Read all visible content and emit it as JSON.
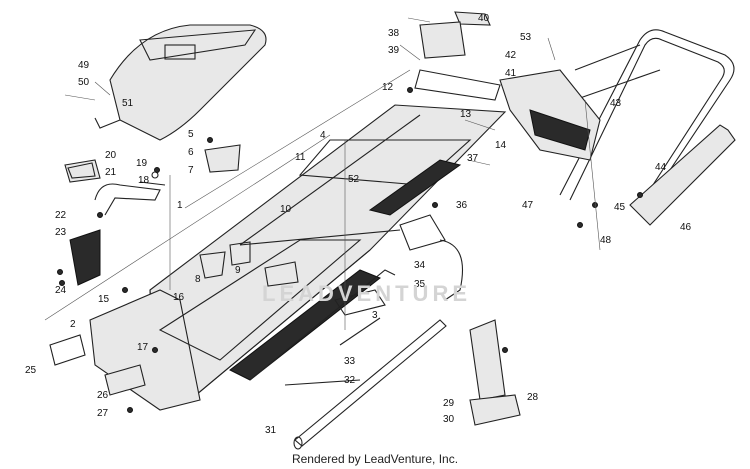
{
  "watermark": "LEADVENTURE",
  "credit": "Rendered by LeadVenture, Inc.",
  "callouts": [
    "1",
    "2",
    "3",
    "4",
    "5",
    "6",
    "7",
    "8",
    "9",
    "10",
    "11",
    "12",
    "13",
    "14",
    "15",
    "16",
    "17",
    "18",
    "19",
    "20",
    "21",
    "22",
    "23",
    "24",
    "25",
    "26",
    "27",
    "28",
    "29",
    "30",
    "31",
    "32",
    "33",
    "34",
    "35",
    "36",
    "37",
    "38",
    "39",
    "40",
    "41",
    "42",
    "43",
    "44",
    "45",
    "46",
    "47",
    "48",
    "49",
    "50",
    "51",
    "52",
    "53"
  ]
}
